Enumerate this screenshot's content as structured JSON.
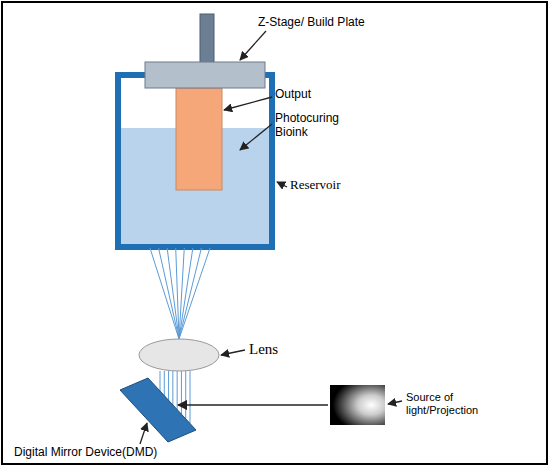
{
  "diagram": {
    "labels": [
      "Z-Stage/ Build Plate",
      "Output",
      "Photocuring Bioink",
      "Reservoir",
      "Lens",
      "Digital Mirror Device(DMD)",
      "Source of light/Projection"
    ]
  }
}
